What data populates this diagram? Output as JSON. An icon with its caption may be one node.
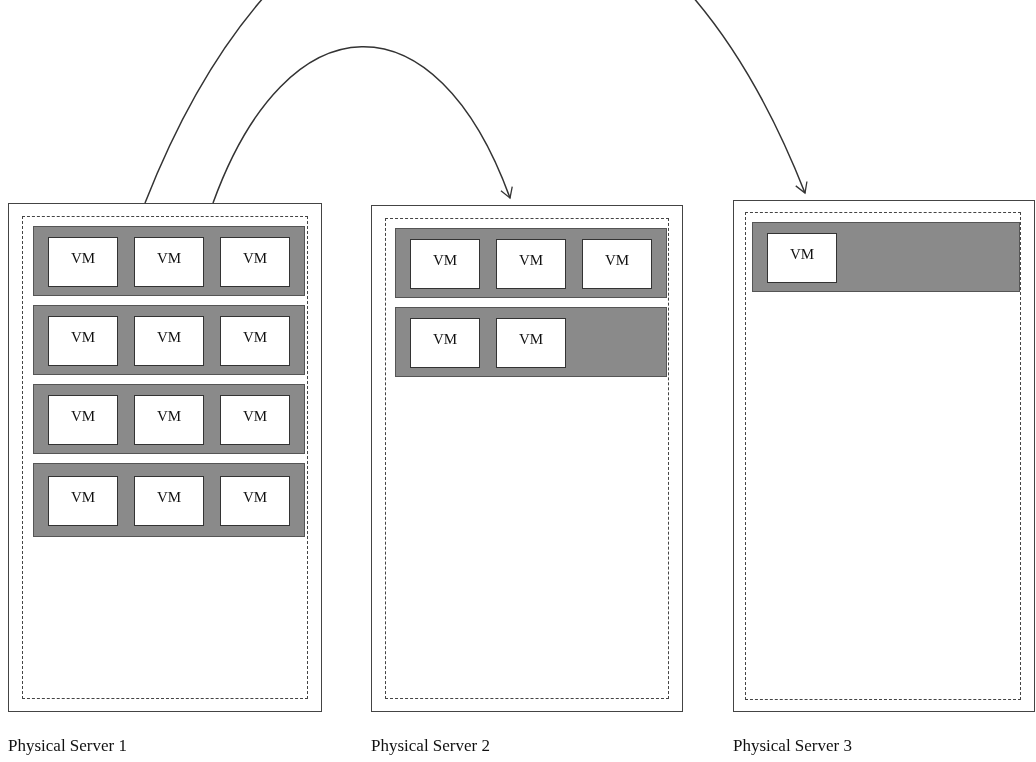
{
  "diagram": {
    "nodes": [
      {
        "text": [
          "Physical Server 1"
        ]
      },
      {
        "text": [],
        "shape": "box",
        "in": 0
      },
      {
        "text": [],
        "shape": "bar",
        "in": 1
      },
      {
        "text": [
          "VM"
        ],
        "in": 2
      },
      {
        "text": [
          "VM"
        ],
        "in": 2
      },
      {
        "text": [
          "VM"
        ],
        "in": 2
      },
      {
        "text": [],
        "shape": "bar",
        "in": 1
      },
      {
        "text": [
          "VM"
        ],
        "in": 6
      },
      {
        "text": [
          "VM"
        ],
        "in": 6
      },
      {
        "text": [
          "VM"
        ],
        "in": 6
      },
      {
        "text": [],
        "shape": "bar",
        "in": 1
      },
      {
        "text": [
          "VM"
        ],
        "in": 10
      },
      {
        "text": [
          "VM"
        ],
        "in": 10
      },
      {
        "text": [
          "VM"
        ],
        "in": 10
      },
      {
        "text": [],
        "shape": "bar",
        "in": 1
      },
      {
        "text": [
          "VM"
        ],
        "in": 14
      },
      {
        "text": [
          "VM"
        ],
        "in": 14
      },
      {
        "text": [
          "VM"
        ],
        "in": 14
      },
      {
        "text": [
          "Physical Server 2"
        ]
      },
      {
        "text": [],
        "shape": "box",
        "in": 18
      },
      {
        "text": [],
        "shape": "bar",
        "in": 19
      },
      {
        "text": [
          "VM"
        ],
        "in": 20
      },
      {
        "text": [
          "VM"
        ],
        "in": 20
      },
      {
        "text": [
          "VM"
        ],
        "in": 20
      },
      {
        "text": [],
        "shape": "bar",
        "in": 19
      },
      {
        "text": [
          "VM"
        ],
        "in": 24
      },
      {
        "text": [
          "VM"
        ],
        "in": 24
      },
      {
        "text": [
          "Physical Server 3"
        ]
      },
      {
        "text": [],
        "shape": "box",
        "in": 27
      },
      {
        "text": [],
        "shape": "bar",
        "in": 28
      },
      {
        "text": [
          "VM"
        ],
        "in": 29
      }
    ],
    "edges": [
      {
        "from": 0,
        "to": 18,
        "arrow": "to"
      },
      {
        "from": 0,
        "to": 27,
        "arrow": "to"
      }
    ]
  }
}
